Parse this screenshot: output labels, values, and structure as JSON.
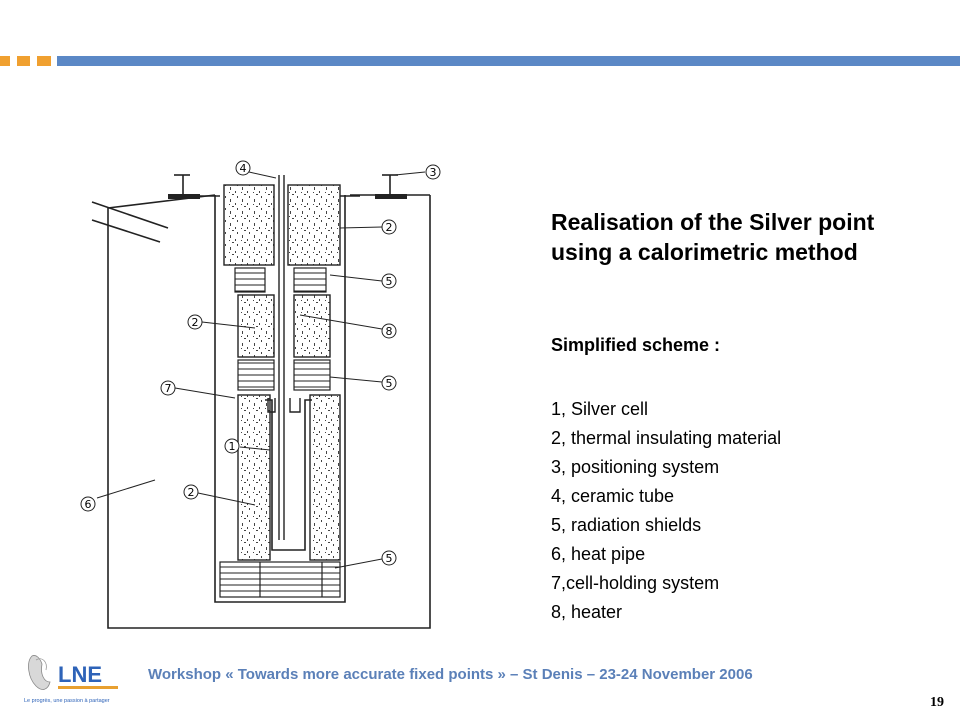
{
  "header": {
    "accent_color": "#f0a030",
    "bar_color": "#5b88c6"
  },
  "slide": {
    "title": "Realisation of the Silver point using a calorimetric method",
    "subtitle": "Simplified scheme :",
    "legend": [
      "1, Silver cell",
      "2, thermal insulating material",
      "3, positioning system",
      "4, ceramic tube",
      "5, radiation shields",
      "6, heat pipe",
      "7,cell-holding system",
      "8, heater"
    ]
  },
  "diagram": {
    "labels": {
      "l1": "1",
      "l2a": "2",
      "l2b": "2",
      "l2c": "2",
      "l3": "3",
      "l4": "4",
      "l5a": "5",
      "l5b": "5",
      "l5c": "5",
      "l6": "6",
      "l7": "7",
      "l8": "8"
    }
  },
  "footer": {
    "text": "Workshop « Towards more accurate fixed points » – St Denis – 23-24 November 2006",
    "page_number": "19",
    "logo_text": "LNE",
    "logo_tagline": "Le progrès, une passion à partager"
  }
}
